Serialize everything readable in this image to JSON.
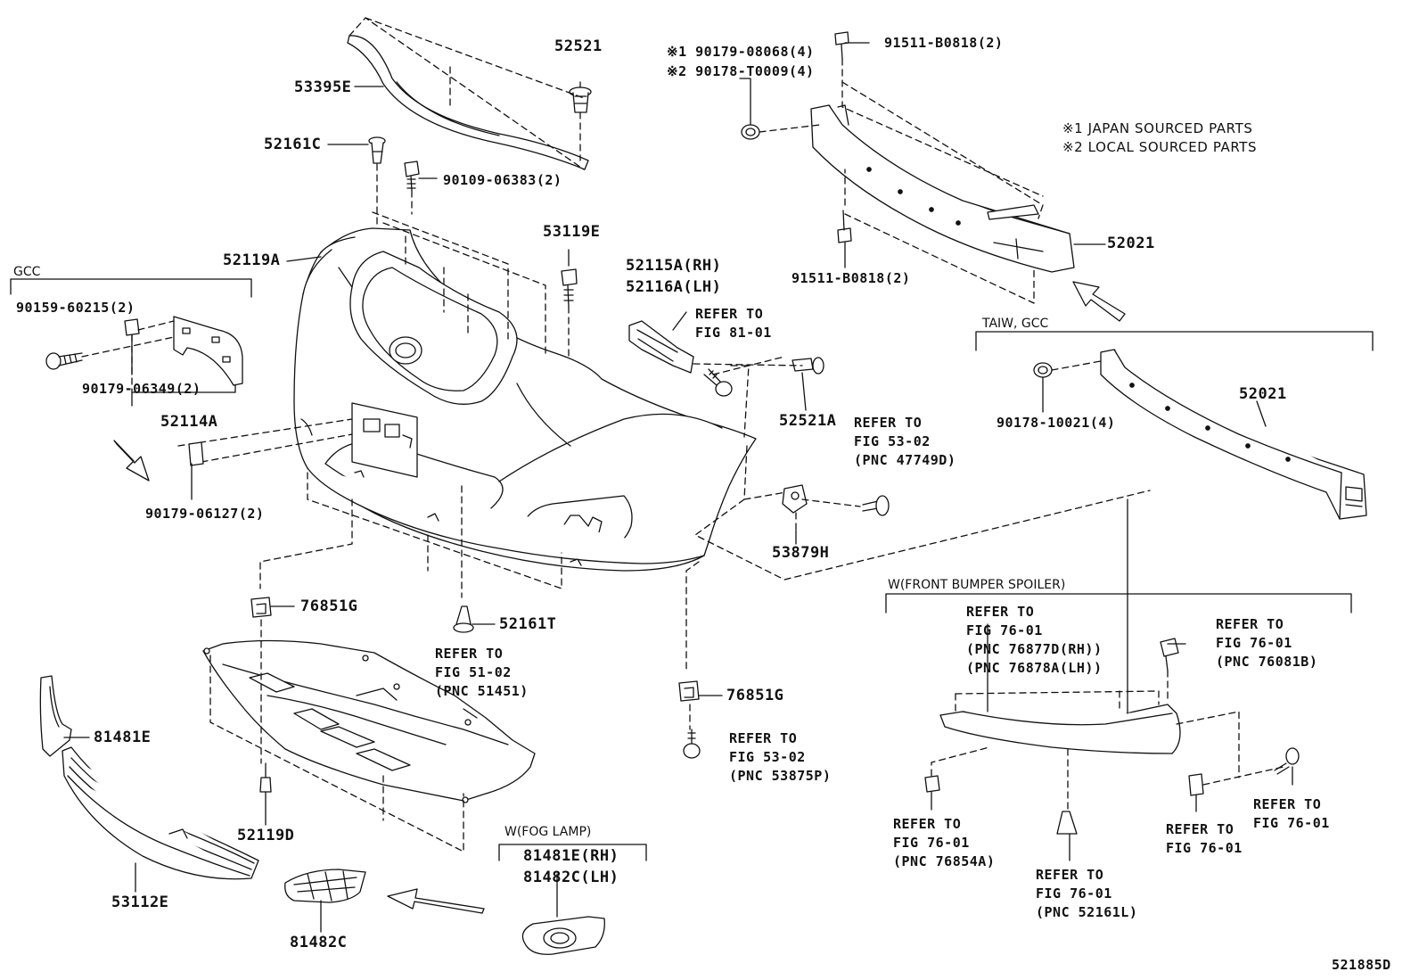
{
  "part_labels": {
    "p53395E": "53395E",
    "p52521": "52521",
    "p52161C": "52161C",
    "p90109": "90109-06383(2)",
    "p53119E": "53119E",
    "p52119A": "52119A",
    "p52115A": "52115A(RH)",
    "p52116A": "52116A(LH)",
    "p52521A": "52521A",
    "p53879H": "53879H",
    "p76851G_a": "76851G",
    "p76851G_b": "76851G",
    "p52161T": "52161T",
    "p81481E": "81481E",
    "p53112E": "53112E",
    "p52119D": "52119D",
    "p81482C": "81482C",
    "p81481E_rh": "81481E(RH)",
    "p81482C_lh": "81482C(LH)",
    "p90159": "90159-60215(2)",
    "p90179_06349": "90179-06349(2)",
    "p52114A": "52114A",
    "p90179_06127": "90179-06127(2)",
    "p90179_08068": "※1 90179-08068(4)",
    "p90178_T0009": "※2 90178-T0009(4)",
    "p91511_top": "91511-B0818(2)",
    "p91511_bottom": "91511-B0818(2)",
    "p52021_a": "52021",
    "p52021_b": "52021",
    "p90178_10021": "90178-10021(4)",
    "diagram_code": "521885D"
  },
  "notes": {
    "japan": "※1 JAPAN SOURCED PARTS",
    "local": "※2 LOCAL SOURCED PARTS"
  },
  "groups": {
    "gcc": "GCC",
    "taiw_gcc": "TAIW, GCC",
    "front_spoiler": "W(FRONT BUMPER SPOILER)",
    "fog_lamp": "W(FOG LAMP)"
  },
  "references": {
    "r81_01": [
      "REFER TO",
      "FIG 81-01"
    ],
    "r53_02_47749D": [
      "REFER TO",
      "FIG 53-02",
      "(PNC 47749D)"
    ],
    "r51_02": [
      "REFER TO",
      "FIG 51-02",
      "(PNC 51451)"
    ],
    "r53_02_53875P": [
      "REFER TO",
      "FIG 53-02",
      "(PNC 53875P)"
    ],
    "r76_01_spoiler": [
      "REFER TO",
      "FIG 76-01",
      "(PNC 76877D(RH))",
      "(PNC 76878A(LH))"
    ],
    "r76_01_76081B": [
      "REFER TO",
      "FIG 76-01",
      "(PNC 76081B)"
    ],
    "r76_01_76854A": [
      "REFER TO",
      "FIG 76-01",
      "(PNC 76854A)"
    ],
    "r76_01_52161L": [
      "REFER TO",
      "FIG 76-01",
      "(PNC 52161L)"
    ],
    "r76_01_a": [
      "REFER TO",
      "FIG 76-01"
    ],
    "r76_01_b": [
      "REFER TO",
      "FIG 76-01"
    ]
  }
}
